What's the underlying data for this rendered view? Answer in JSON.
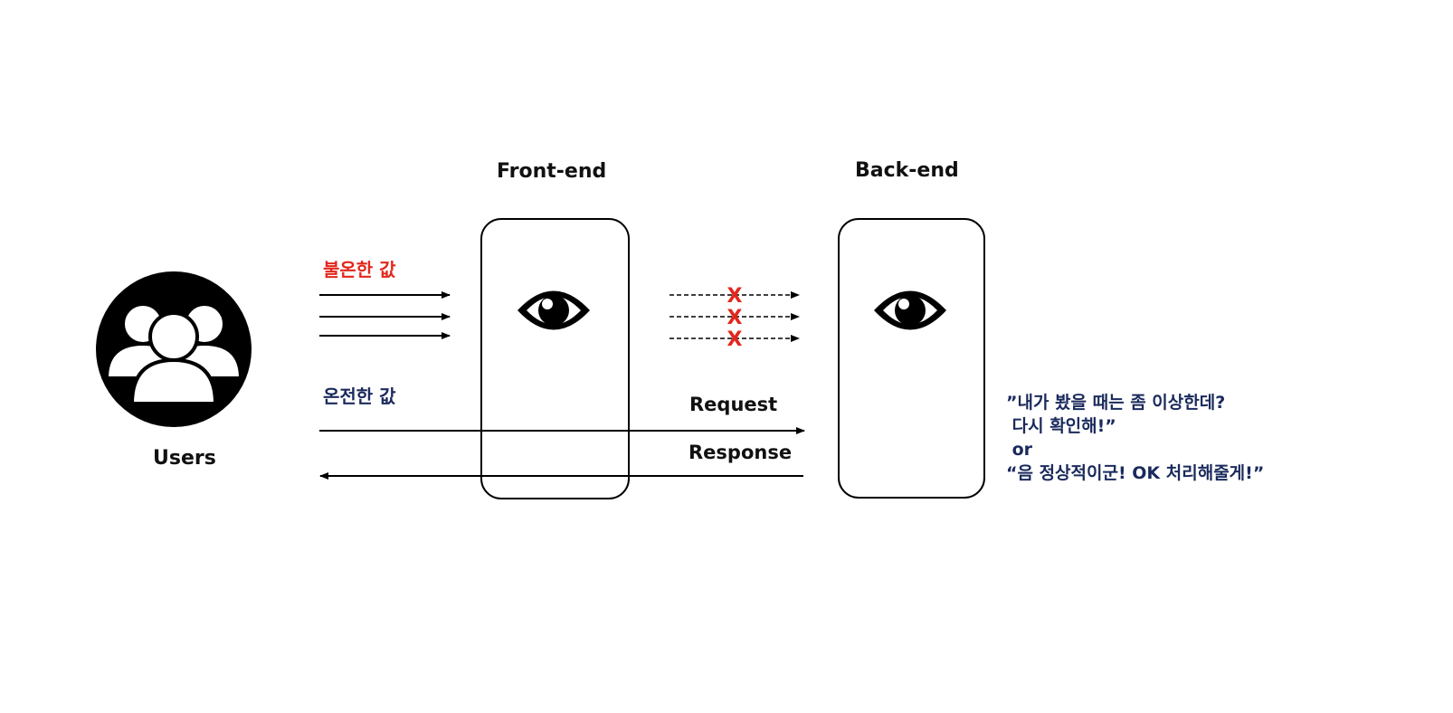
{
  "colors": {
    "bad_value": "#e2271d",
    "good_value": "#1a2a5c",
    "note": "#1a2a5c",
    "x_mark": "#e2271d",
    "stroke": "#000000"
  },
  "labels": {
    "frontend": "Front-end",
    "backend": "Back-end",
    "users": "Users",
    "bad_value": "불온한 값",
    "good_value": "온전한 값",
    "request": "Request",
    "response": "Response"
  },
  "note_lines": [
    "”내가 봤을 때는 좀 이상한데?",
    " 다시 확인해!”",
    " or",
    "“음 정상적이군! OK 처리해줄게!”"
  ],
  "icons": {
    "users": "users-group-icon",
    "frontend_eye": "eye-icon",
    "backend_eye": "eye-icon",
    "blocked": "x-mark-icon"
  },
  "blocked_mark": "X"
}
